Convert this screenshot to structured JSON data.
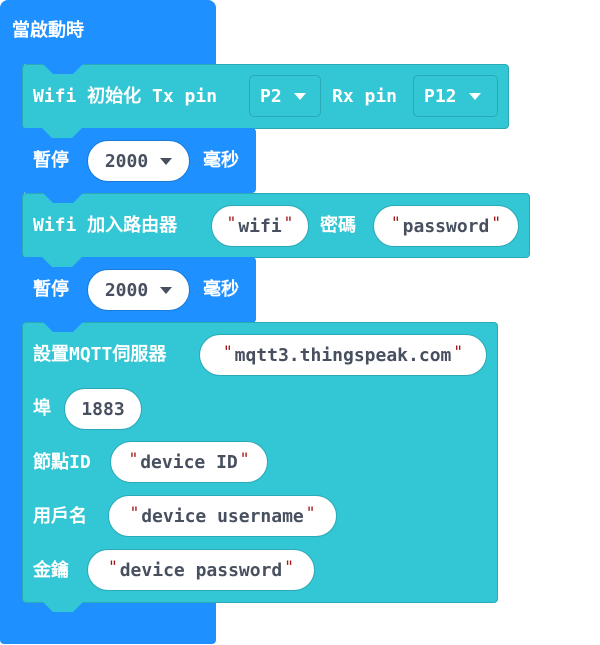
{
  "on_start": {
    "label": "當啟動時"
  },
  "wifi_init": {
    "label": "Wifi 初始化 Tx pin",
    "rx_label": "Rx pin",
    "tx_value": "P2",
    "rx_value": "P12"
  },
  "pause1": {
    "label": "暫停",
    "value": "2000",
    "unit": "毫秒"
  },
  "wifi_join": {
    "label": "Wifi 加入路由器",
    "ssid": "wifi",
    "password_label": "密碼",
    "password": "password"
  },
  "pause2": {
    "label": "暫停",
    "value": "2000",
    "unit": "毫秒"
  },
  "mqtt": {
    "server_label": "設置MQTT伺服器",
    "server": "mqtt3.thingspeak.com",
    "port_label": "埠",
    "port": "1883",
    "client_label": "節點ID",
    "client": "device ID",
    "user_label": "用戶名",
    "user": "device username",
    "pass_label": "金鑰",
    "pass": "device password"
  },
  "colors": {
    "basic": "#1e90ff",
    "wifi": "#33c6d4",
    "string_quote": "#a31515"
  }
}
